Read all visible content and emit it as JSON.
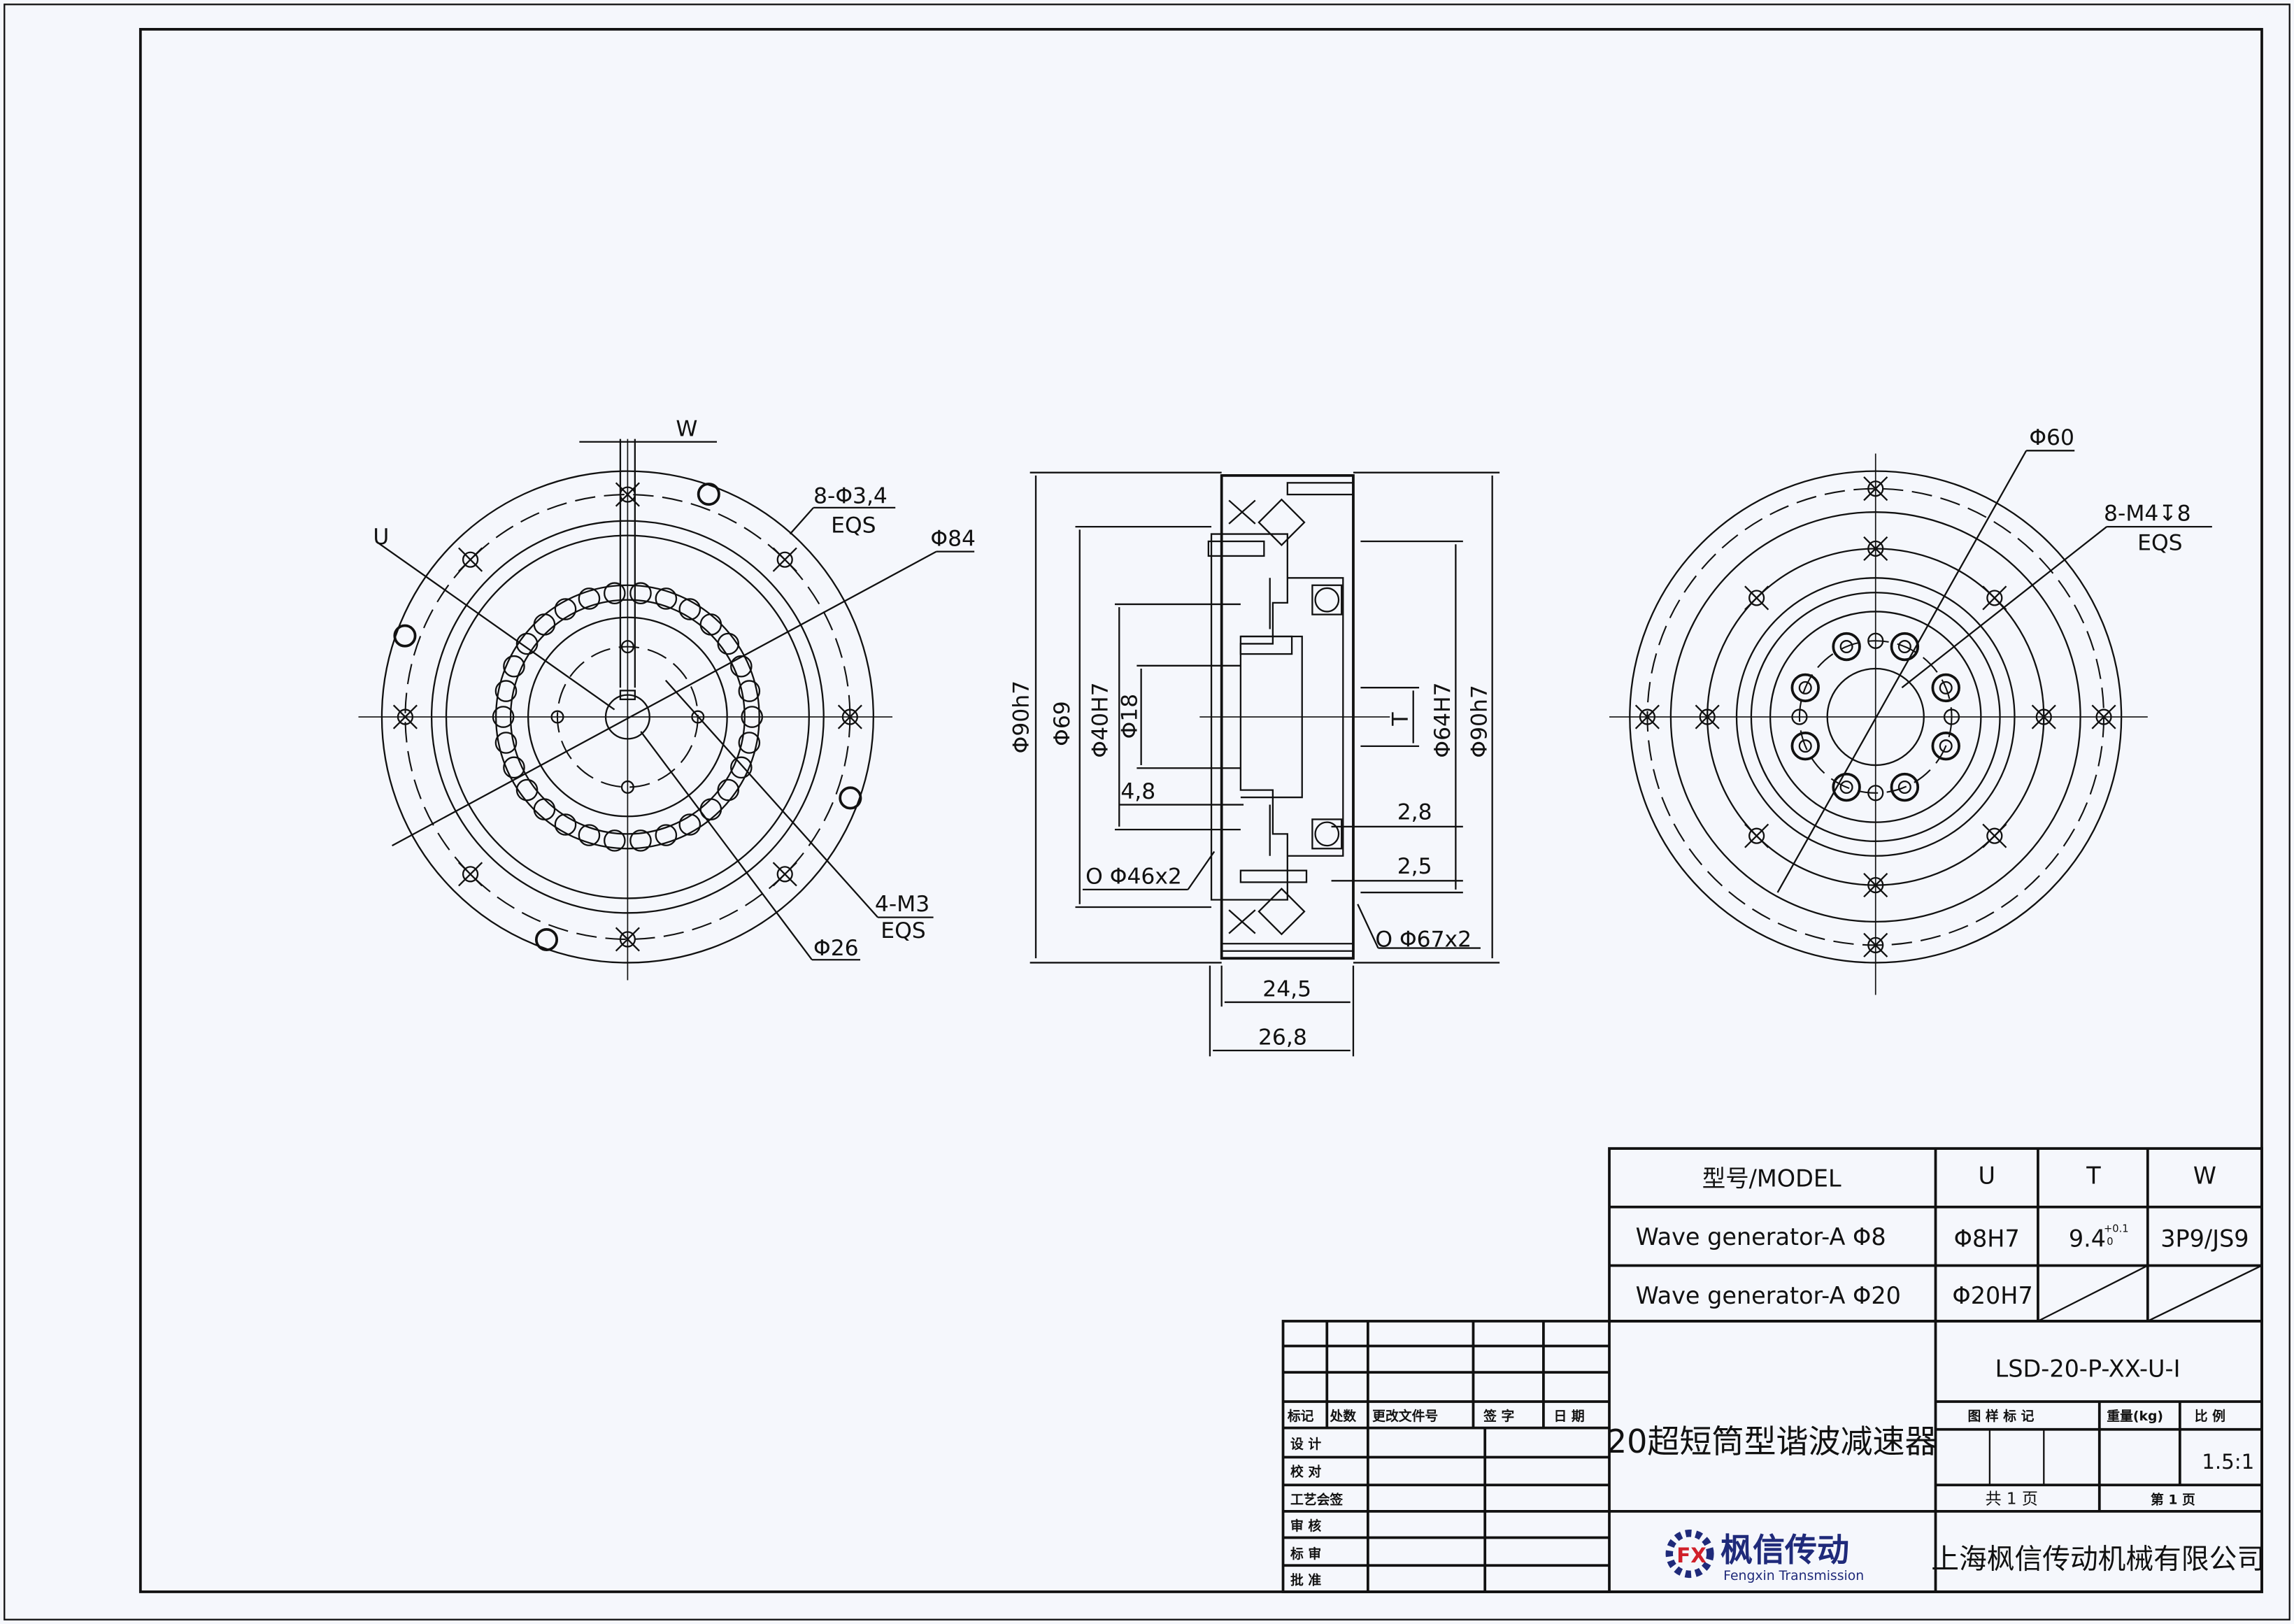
{
  "front_view": {
    "labels": {
      "w": "W",
      "u": "U",
      "holes": "8-Φ3,4",
      "holes_eqs": "EQS",
      "d84": "Φ84",
      "m3": "4-M3",
      "m3_eqs": "EQS",
      "d26": "Φ26"
    }
  },
  "section_view": {
    "labels": {
      "d90h7_left": "Φ90h7",
      "d69": "Φ69",
      "d40h7": "Φ40H7",
      "d18": "Φ18",
      "len48": "4,8",
      "oring46": "O  Φ46x2",
      "t": "T",
      "d64h7": "Φ64H7",
      "d90h7_right": "Φ90h7",
      "len28": "2,8",
      "len25": "2,5",
      "oring67": "O  Φ67x2",
      "len245": "24,5",
      "len268": "26,8"
    }
  },
  "rear_view": {
    "labels": {
      "d60": "Φ60",
      "m4": "8-M4↧8",
      "m4_eqs": "EQS"
    }
  },
  "spec_table": {
    "headers": [
      "型号/MODEL",
      "U",
      "T",
      "W"
    ],
    "rows": [
      {
        "model": "Wave generator-A Φ8",
        "u": "Φ8H7",
        "t": "9.4",
        "t_tol_upper": "+0.1",
        "t_tol_lower": "0",
        "w": "3P9/JS9"
      },
      {
        "model": "Wave generator-A Φ20",
        "u": "Φ20H7"
      }
    ]
  },
  "title_block": {
    "revision_headers": [
      "标记",
      "处数",
      "更改文件号",
      "签 字",
      "日 期"
    ],
    "sign_rows": [
      "设  计",
      "校  对",
      "工艺会签",
      "审  核",
      "标  审",
      "批  准"
    ],
    "title": "20超短筒型谐波减速器",
    "part_code": "LSD-20-P-XX-U-I",
    "sample_mark_label": "图 样 标 记",
    "weight_label": "重量(kg)",
    "scale_label": "比  例",
    "scale": "1.5:1",
    "total_pages": "共 1 页",
    "page_no": "第 1 页",
    "logo_cn": "枫信传动",
    "logo_en": "Fengxin Transmission",
    "logo_letters": "FX",
    "company": "上海枫信传动机械有限公司",
    "brand_color": "#1f2a7a",
    "accent_color": "#d0202a"
  }
}
